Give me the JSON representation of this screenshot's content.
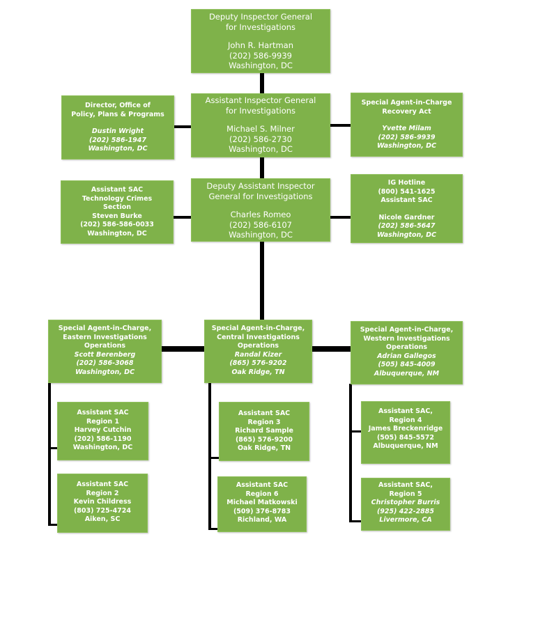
{
  "colors": {
    "box_fill": "#7fb24a",
    "connector": "#000000",
    "text": "#ffffff"
  },
  "deputy_ig": {
    "title_1": "Deputy Inspector General",
    "title_2": "for Investigations",
    "name": "John R. Hartman",
    "phone": "(202) 586-9939",
    "location": "Washington, DC"
  },
  "director_oppp": {
    "title_1": "Director, Office of",
    "title_2": "Policy, Plans & Programs",
    "name": "Dustin Wright",
    "phone": "(202) 586-1947",
    "location": "Washington, DC"
  },
  "assistant_ig": {
    "title_1": "Assistant Inspector General",
    "title_2": "for Investigations",
    "name": "Michael S. Milner",
    "phone": "(202) 586-2730",
    "location": "Washington, DC"
  },
  "sac_recovery": {
    "title_1": "Special Agent-in-Charge",
    "title_2": "Recovery Act",
    "name": "Yvette Milam",
    "phone": "(202) 586-9939",
    "location": "Washington, DC"
  },
  "asac_tech": {
    "title_1": "Assistant SAC",
    "title_2": "Technology Crimes",
    "title_3": "Section",
    "name": "Steven Burke",
    "phone": "(202) 586-586-0033",
    "location": "Washington, DC"
  },
  "deputy_aig": {
    "title_1": "Deputy Assistant Inspector",
    "title_2": "General for Investigations",
    "name": "Charles Romeo",
    "phone": "(202) 586-6107",
    "location": "Washington, DC"
  },
  "ig_hotline": {
    "title_1": "IG Hotline",
    "hotline_phone": "(800) 541-1625",
    "title_2": "Assistant SAC",
    "name": "Nicole Gardner",
    "phone": "(202) 586-5647",
    "location": "Washington, DC"
  },
  "sac_eastern": {
    "title_1": "Special Agent-in-Charge,",
    "title_2": "Eastern Investigations",
    "title_3": "Operations",
    "name": "Scott Berenberg",
    "phone": "(202) 586-3068",
    "location": "Washington, DC"
  },
  "sac_central": {
    "title_1": "Special Agent-in-Charge,",
    "title_2": "Central Investigations",
    "title_3": "Operations",
    "name": "Randal Kizer",
    "phone": "(865) 576-9202",
    "location": "Oak Ridge, TN"
  },
  "sac_western": {
    "title_1": "Special Agent-in-Charge,",
    "title_2": "Western Investigations",
    "title_3": "Operations",
    "name": "Adrian Gallegos",
    "phone": "(505) 845-4009",
    "location": "Albuquerque,  NM"
  },
  "region_1": {
    "title_1": "Assistant SAC",
    "title_2": "Region 1",
    "name": "Harvey Cutchin",
    "phone": "(202) 586-1190",
    "location": "Washington, DC"
  },
  "region_2": {
    "title_1": "Assistant SAC",
    "title_2": "Region 2",
    "name": "Kevin Childress",
    "phone": "(803) 725-4724",
    "location": "Aiken, SC"
  },
  "region_3": {
    "title_1": "Assistant SAC",
    "title_2": "Region 3",
    "name": "Richard Sample",
    "phone": "(865) 576-9200",
    "location": "Oak Ridge, TN"
  },
  "region_6": {
    "title_1": "Assistant SAC",
    "title_2": "Region 6",
    "name": "Michael Matkowski",
    "phone": "(509) 376-8783",
    "location": "Richland, WA"
  },
  "region_4": {
    "title_1": "Assistant SAC,",
    "title_2": "Region 4",
    "name": "James Breckenridge",
    "phone": "(505) 845-5572",
    "location": "Albuquerque, NM"
  },
  "region_5": {
    "title_1": "Assistant SAC,",
    "title_2": "Region 5",
    "name": "Christopher Burris",
    "phone": "(925) 422-2885",
    "location": "Livermore, CA"
  }
}
